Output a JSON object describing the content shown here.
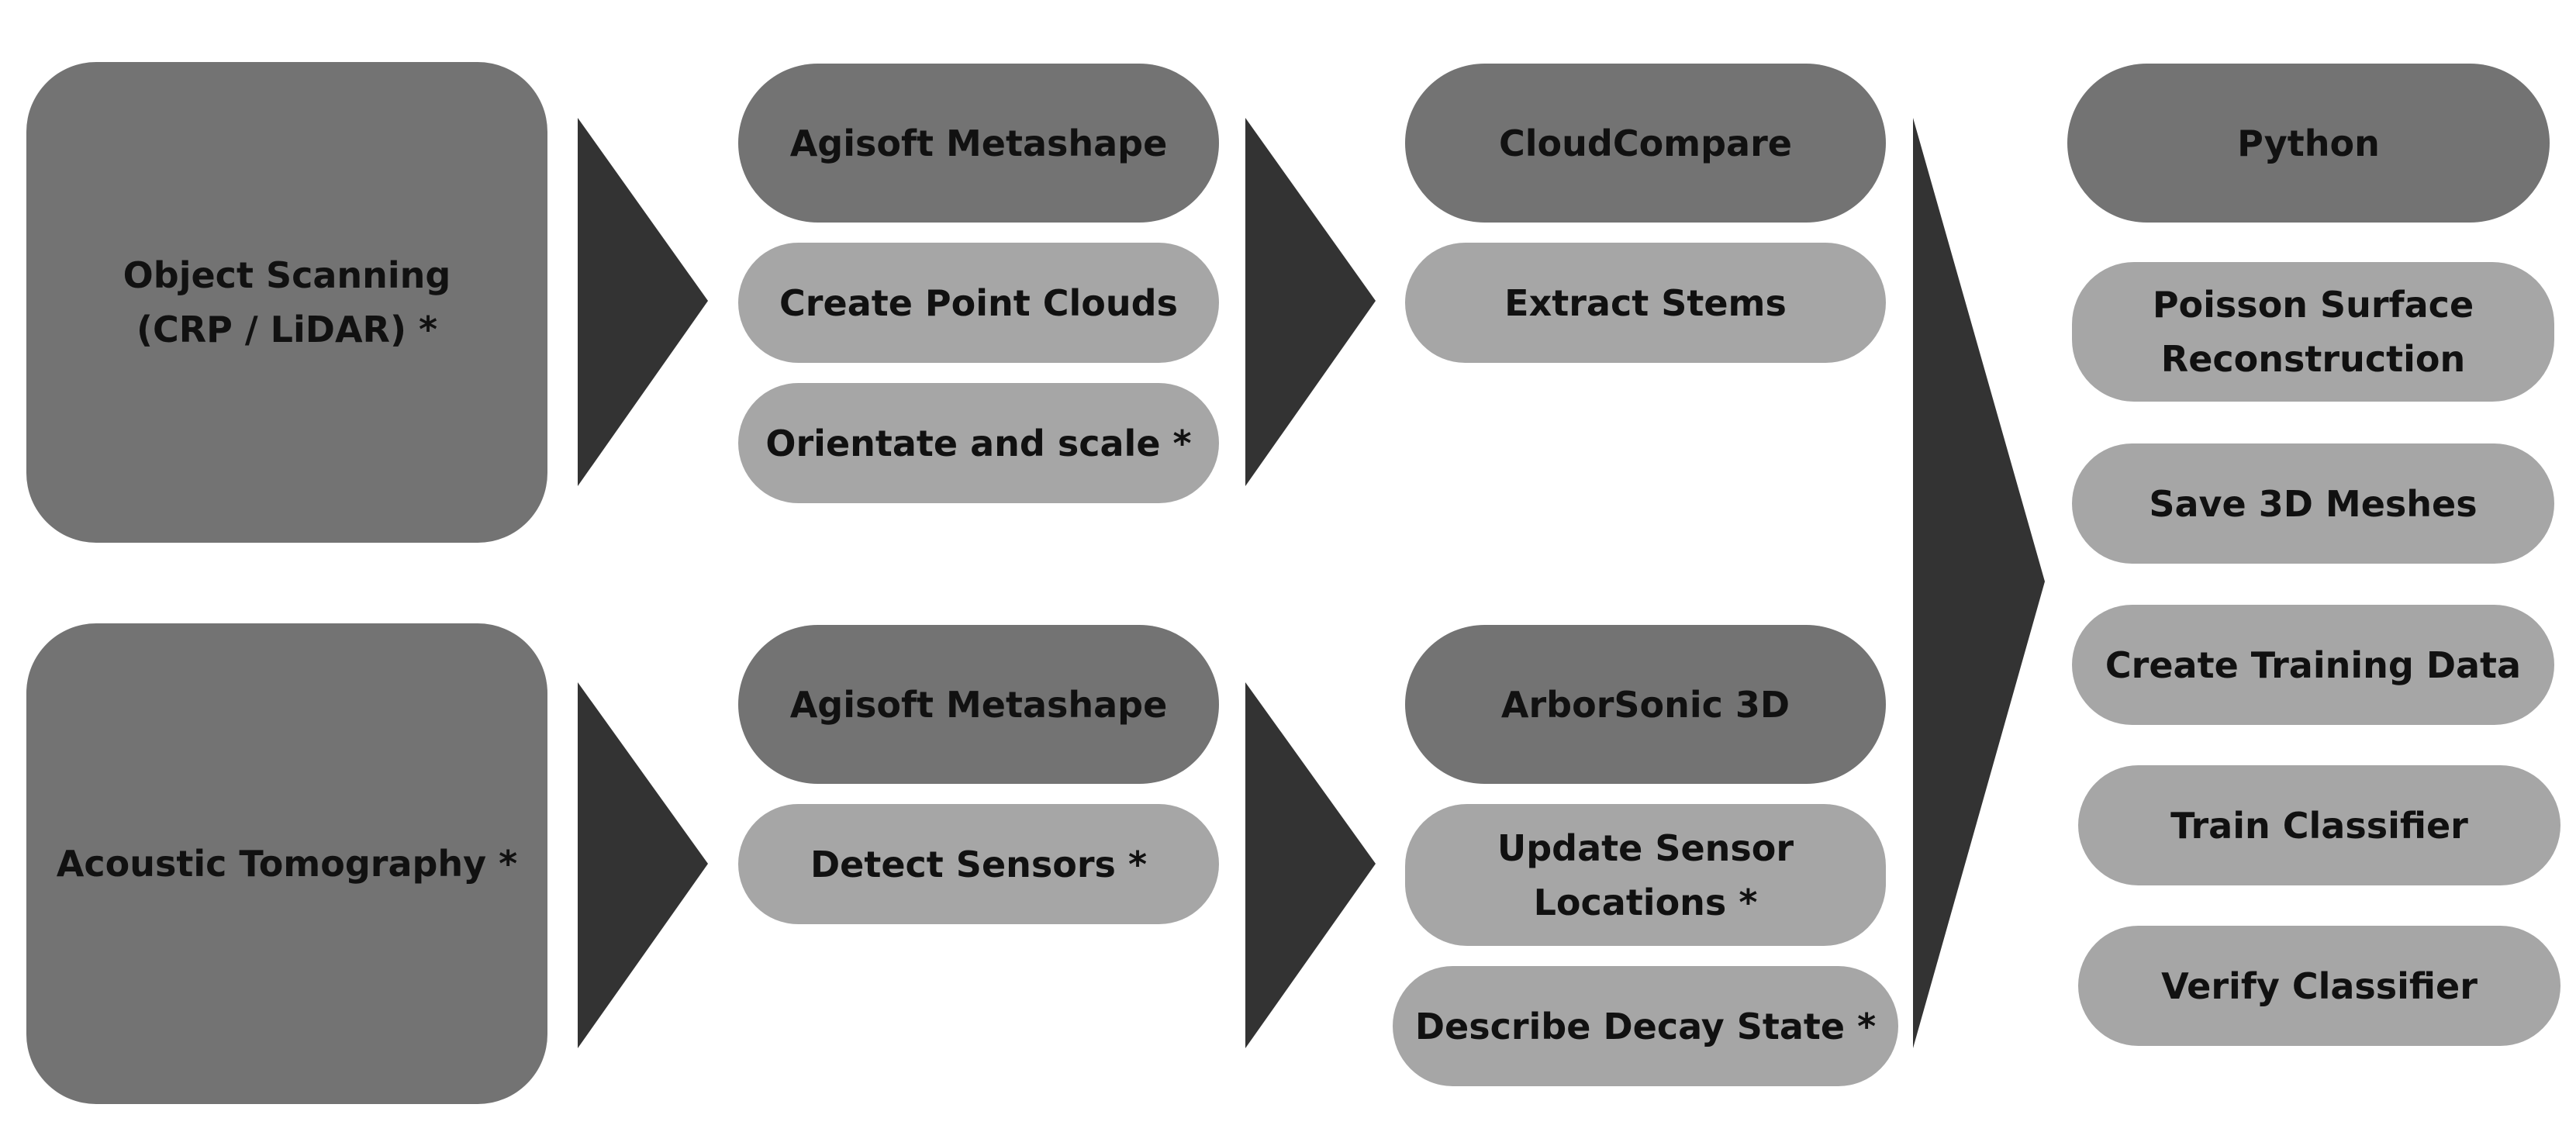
{
  "colors": {
    "dark_box": "#737373",
    "light_box": "#a6a6a6",
    "arrow": "#333333",
    "text": "#111111",
    "background": "#ffffff"
  },
  "inputs": {
    "object_scanning": "Object Scanning\n(CRP / LiDAR) *",
    "acoustic_tomography": "Acoustic Tomography *"
  },
  "metashape_scan": {
    "tool": "Agisoft Metashape",
    "steps": [
      "Create Point Clouds",
      "Orientate and scale *"
    ]
  },
  "metashape_acoustic": {
    "tool": "Agisoft Metashape",
    "steps": [
      "Detect Sensors *"
    ]
  },
  "cloudcompare": {
    "tool": "CloudCompare",
    "steps": [
      "Extract Stems"
    ]
  },
  "arborsonic": {
    "tool": "ArborSonic 3D",
    "steps": [
      "Update Sensor\nLocations *",
      "Describe Decay State *"
    ]
  },
  "python": {
    "tool": "Python",
    "steps": [
      "Poisson Surface\nReconstruction",
      "Save 3D Meshes",
      "Create Training Data",
      "Train Classifier",
      "Verify Classifier"
    ]
  }
}
